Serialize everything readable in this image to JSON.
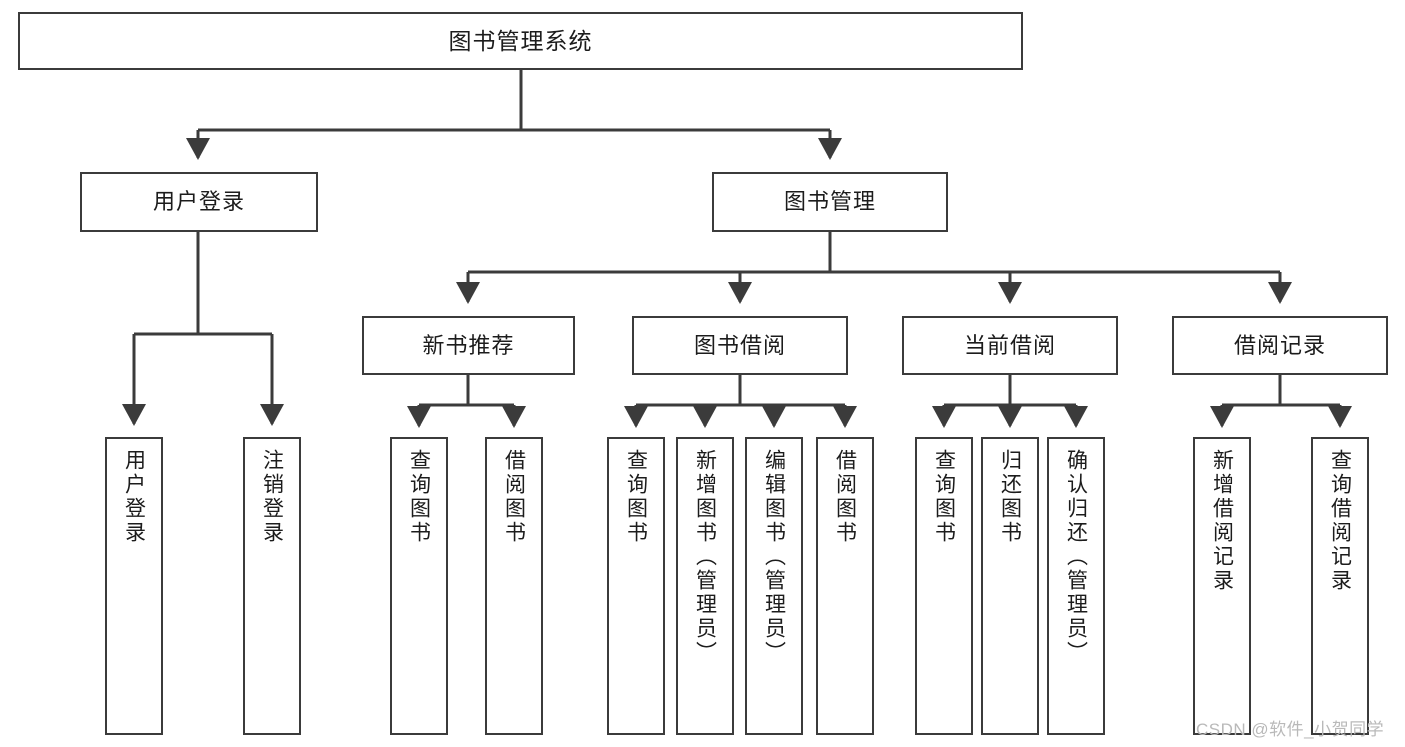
{
  "diagram": {
    "type": "tree",
    "title": "图书管理系统",
    "watermark": "CSDN @软件_小贺同学",
    "colors": {
      "box_border": "#3b3b3b",
      "box_fill": "#ffffff",
      "line": "#3b3b3b",
      "text": "#1c1c1c",
      "watermark": "#b9b9b9",
      "background": "#ffffff"
    },
    "root": {
      "label": "图书管理系统"
    },
    "level2": [
      {
        "label": "用户登录"
      },
      {
        "label": "图书管理"
      }
    ],
    "level3": [
      {
        "label": "新书推荐"
      },
      {
        "label": "图书借阅"
      },
      {
        "label": "当前借阅"
      },
      {
        "label": "借阅记录"
      }
    ],
    "leaves": {
      "user_login": [
        {
          "label": "用户登录"
        },
        {
          "label": "注销登录"
        }
      ],
      "new_book": [
        {
          "label": "查询图书"
        },
        {
          "label": "借阅图书"
        }
      ],
      "book_borrow": [
        {
          "label": "查询图书"
        },
        {
          "label": "新增图书（管理员）"
        },
        {
          "label": "编辑图书（管理员）"
        },
        {
          "label": "借阅图书"
        }
      ],
      "current_borrow": [
        {
          "label": "查询图书"
        },
        {
          "label": "归还图书"
        },
        {
          "label": "确认归还（管理员）"
        }
      ],
      "borrow_record": [
        {
          "label": "新增借阅记录"
        },
        {
          "label": "查询借阅记录"
        }
      ]
    }
  }
}
